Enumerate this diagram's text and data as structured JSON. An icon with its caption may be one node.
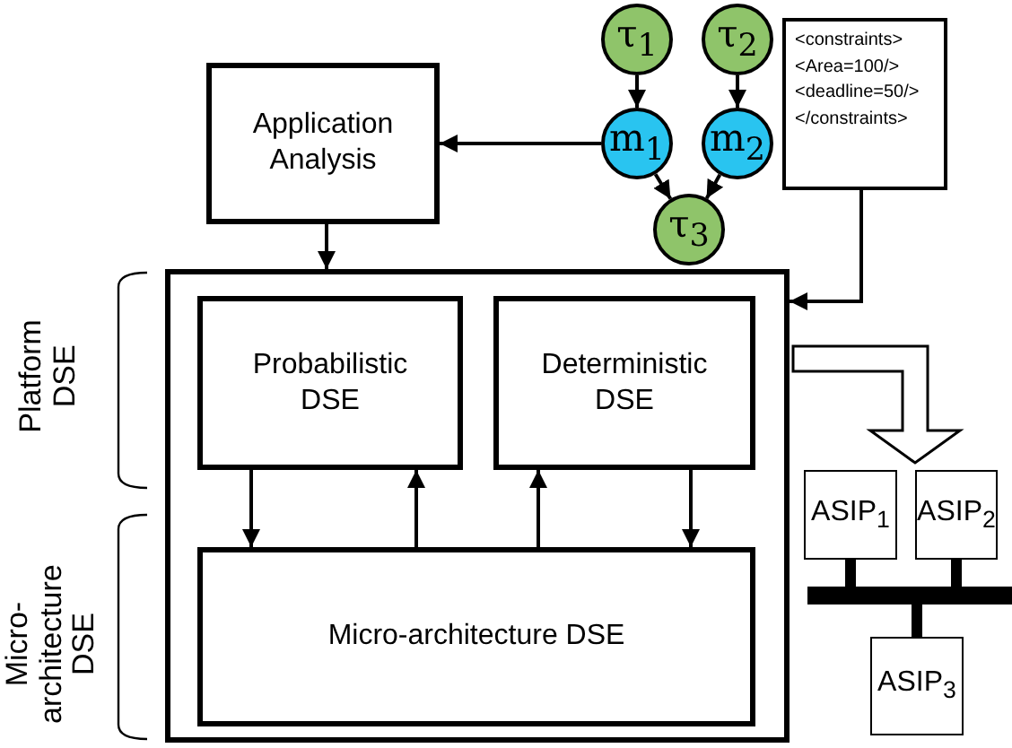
{
  "diagram": {
    "nodes": [
      {
        "text": [
          "Application Analysis"
        ]
      },
      {
        "text": [
          "τ$_{1}$"
        ]
      },
      {
        "text": [
          "τ$_{2}$"
        ]
      },
      {
        "text": [
          "m$_{1}$"
        ]
      },
      {
        "text": [
          "m$_{2}$"
        ]
      },
      {
        "text": [
          "τ$_{3}$"
        ]
      },
      {
        "text": [
          "<constraints>",
          "<Area=100/>",
          "<deadline=50/>",
          "</constraints>"
        ]
      },
      {
        "text": [],
        "shape": "box"
      },
      {
        "text": [
          "Probabilistic DSE"
        ],
        "in": 7
      },
      {
        "text": [
          "Deterministic DSE"
        ],
        "in": 7
      },
      {
        "text": [
          "Micro-architecture DSE"
        ],
        "in": 7
      },
      {
        "text": [
          "ASIP$_{1}$"
        ]
      },
      {
        "text": [
          "ASIP$_{2}$"
        ]
      },
      {
        "text": [
          "ASIP$_{3}$"
        ]
      },
      {
        "text": [],
        "shape": "bar"
      }
    ],
    "edges": [
      {
        "from": 1,
        "to": 3,
        "arrow": "to"
      },
      {
        "from": 2,
        "to": 4,
        "arrow": "to"
      },
      {
        "from": 3,
        "to": 5,
        "arrow": "to"
      },
      {
        "from": 4,
        "to": 5,
        "arrow": "to"
      },
      {
        "from": 3,
        "to": 0,
        "arrow": "to"
      },
      {
        "from": 0,
        "to": 7,
        "arrow": "to"
      },
      {
        "from": 6,
        "to": 7,
        "arrow": "to"
      },
      {
        "from": 7,
        "to": null,
        "arrow": "to",
        "style": "thick"
      },
      {
        "from": 8,
        "to": 10,
        "arrow": "to"
      },
      {
        "from": 10,
        "to": 8,
        "arrow": "to"
      },
      {
        "from": 10,
        "to": 9,
        "arrow": "to"
      },
      {
        "from": 9,
        "to": 10,
        "arrow": "to"
      },
      {
        "from": 11,
        "to": 14,
        "arrow": "none",
        "style": "thick"
      },
      {
        "from": 12,
        "to": 14,
        "arrow": "none",
        "style": "thick"
      },
      {
        "from": 13,
        "to": 14,
        "arrow": "none",
        "style": "thick"
      }
    ],
    "labels": [
      "Platform DSE",
      "Micro-architecture DSE"
    ]
  }
}
